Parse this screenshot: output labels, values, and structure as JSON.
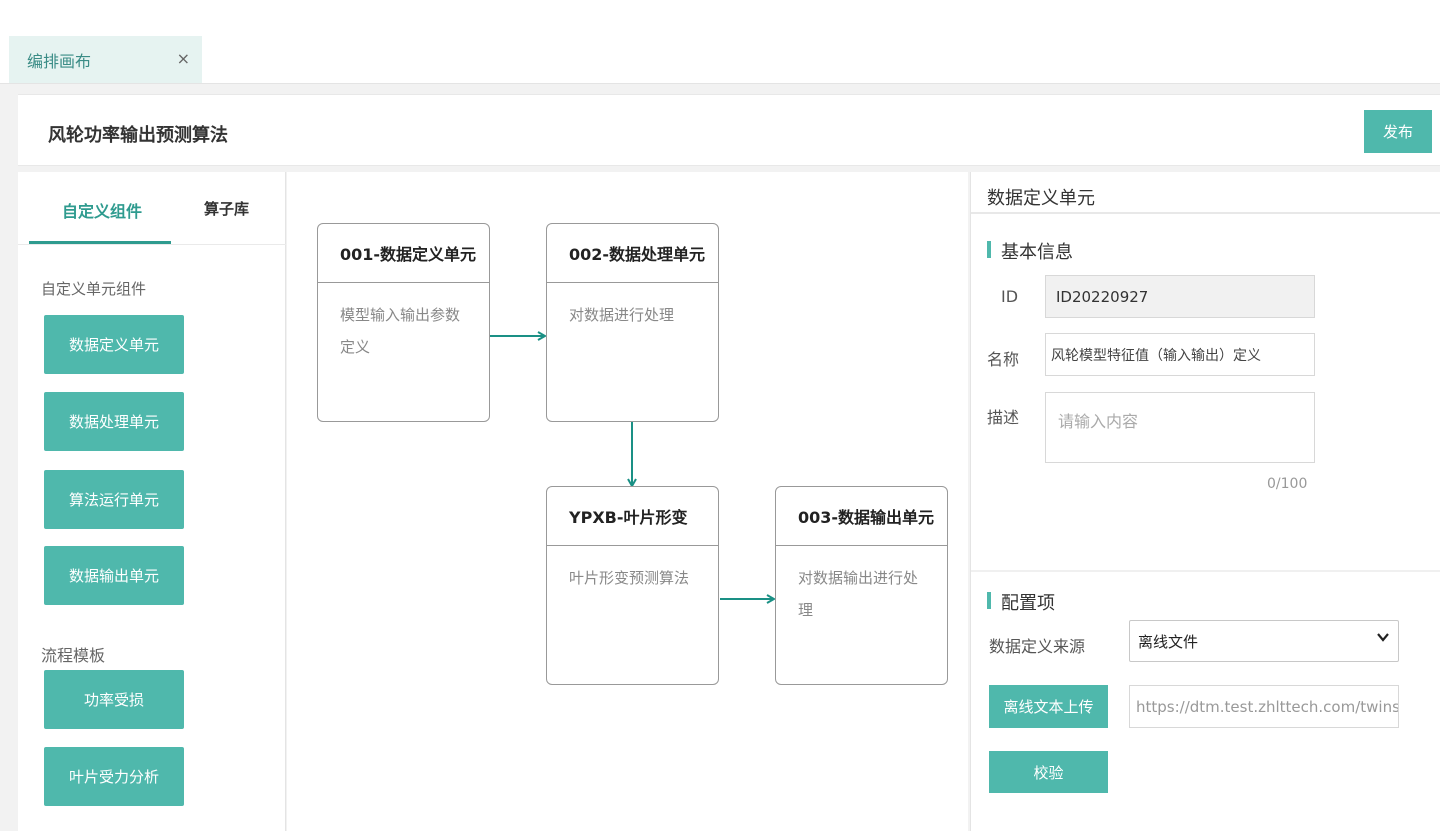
{
  "tab": {
    "label": "编排画布",
    "close_glyph": "×"
  },
  "header": {
    "title": "风轮功率输出预测算法",
    "publish_label": "发布"
  },
  "left_panel": {
    "tabs": [
      {
        "label": "自定义组件",
        "active": true
      },
      {
        "label": "算子库",
        "active": false
      }
    ],
    "custom_section_label": "自定义单元组件",
    "components": [
      "数据定义单元",
      "数据处理单元",
      "算法运行单元",
      "数据输出单元"
    ],
    "template_section_label": "流程模板",
    "templates": [
      "功率受损",
      "叶片受力分析"
    ]
  },
  "canvas": {
    "nodes": [
      {
        "title": "001-数据定义单元",
        "desc_line1": "模型输入输出参数",
        "desc_line2": "定义"
      },
      {
        "title": "002-数据处理单元",
        "desc_line1": "对数据进行处理",
        "desc_line2": ""
      },
      {
        "title": "YPXB-叶片形变",
        "desc_line1": "叶片形变预测算法",
        "desc_line2": ""
      },
      {
        "title": "003-数据输出单元",
        "desc_line1": "对数据输出进行处",
        "desc_line2": "理"
      }
    ],
    "edge_color": "#1a9085"
  },
  "right_panel": {
    "title": "数据定义单元",
    "basic_section": "基本信息",
    "id_label": "ID",
    "id_value": "ID20220927",
    "name_label": "名称",
    "name_value": "风轮模型特征值（输入输出）定义",
    "desc_label": "描述",
    "desc_placeholder": "请输入内容",
    "desc_counter": "0/100",
    "config_section": "配置项",
    "source_label": "数据定义来源",
    "source_value": "离线文件",
    "upload_label": "离线文本上传",
    "upload_url": "https://dtm.test.zhlttech.com/twins/",
    "validate_label": "校验"
  },
  "colors": {
    "accent": "#4fb8ac",
    "accent_dark": "#2f9b8f",
    "tab_bg": "#e6f3f1"
  }
}
